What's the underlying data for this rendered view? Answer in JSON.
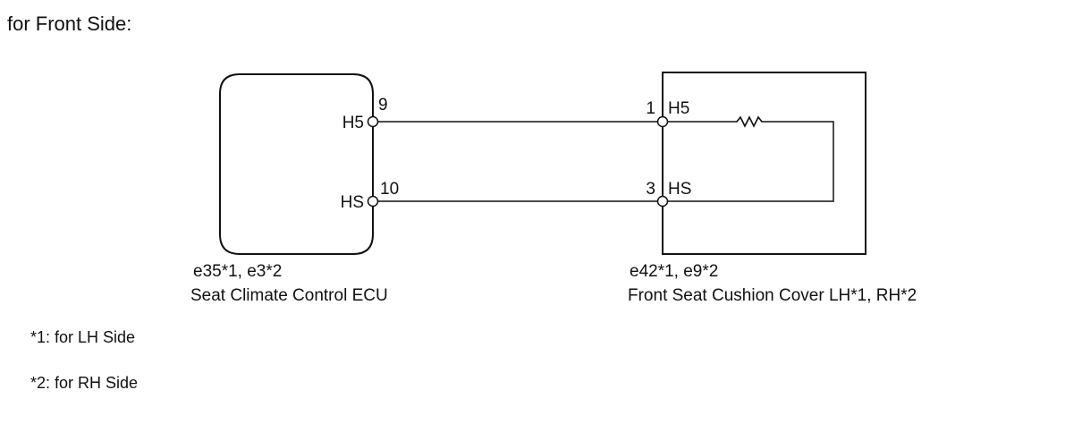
{
  "heading": "for Front Side:",
  "ecu": {
    "code": "e35*1, e3*2",
    "name": "Seat Climate Control ECU",
    "pins": [
      {
        "terminal": "H5",
        "number": "9"
      },
      {
        "terminal": "HS",
        "number": "10"
      }
    ]
  },
  "cover": {
    "code": "e42*1, e9*2",
    "name": "Front Seat Cushion Cover LH*1, RH*2",
    "pins": [
      {
        "terminal": "H5",
        "number": "1"
      },
      {
        "terminal": "HS",
        "number": "3"
      }
    ]
  },
  "notes": [
    "*1: for LH Side",
    "*2: for RH Side"
  ]
}
